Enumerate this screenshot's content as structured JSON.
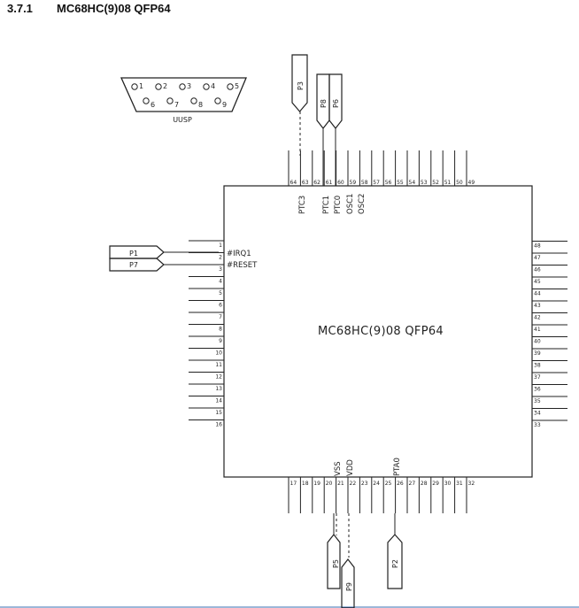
{
  "section": {
    "number": "3.7.1",
    "title": "MC68HC(9)08 QFP64"
  },
  "chip": {
    "label": "MC68HC(9)08 QFP64"
  },
  "serial_connector": {
    "label": "UUSP",
    "top_pins": [
      "1",
      "2",
      "3",
      "4",
      "5"
    ],
    "bottom_pins": [
      "6",
      "7",
      "8",
      "9"
    ]
  },
  "pins": {
    "left": [
      "1",
      "2",
      "3",
      "4",
      "5",
      "6",
      "7",
      "8",
      "9",
      "10",
      "11",
      "12",
      "13",
      "14",
      "15",
      "16"
    ],
    "bottom": [
      "17",
      "18",
      "19",
      "20",
      "21",
      "22",
      "23",
      "24",
      "25",
      "26",
      "27",
      "28",
      "29",
      "30",
      "31",
      "32"
    ],
    "right": [
      "33",
      "34",
      "35",
      "36",
      "37",
      "38",
      "39",
      "40",
      "41",
      "42",
      "43",
      "44",
      "45",
      "46",
      "47",
      "48"
    ],
    "top": [
      "64",
      "63",
      "62",
      "61",
      "60",
      "59",
      "58",
      "57",
      "56",
      "55",
      "54",
      "53",
      "52",
      "51",
      "50",
      "49"
    ]
  },
  "pin_names": {
    "irq": "#IRQ1",
    "reset": "#RESET",
    "ptc3": "PTC3",
    "ptc1": "PTC1",
    "ptc0": "PTC0",
    "osc1": "OSC1",
    "osc2": "OSC2",
    "vss": "VSS",
    "vdd": "VDD",
    "pta0": "PTA0"
  },
  "connectors": {
    "p1": "P1",
    "p7": "P7",
    "p3": "P3",
    "p8": "P8",
    "p6": "P6",
    "p5": "P5",
    "p9": "P9",
    "p2": "P2"
  }
}
